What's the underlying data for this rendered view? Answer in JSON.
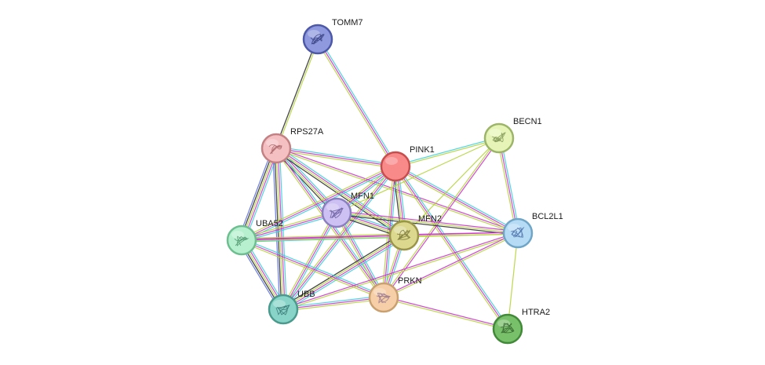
{
  "network": {
    "evidence_colors": {
      "curated_db": "#3ad0dc",
      "experimental": "#cc33cc",
      "textmining": "#b5d43c",
      "coexpression": "#333333",
      "homology": "#5a6fe0"
    },
    "nodes": [
      {
        "id": "TOMM7",
        "label": "TOMM7",
        "fill": "#8f99de",
        "stroke": "#4d59a8",
        "glyph": "#2a3470"
      },
      {
        "id": "RPS27A",
        "label": "RPS27A",
        "fill": "#f4c0c2",
        "stroke": "#c48184",
        "glyph": "#a25a5e"
      },
      {
        "id": "PINK1",
        "label": "PINK1",
        "fill": "#f98a8a",
        "stroke": "#c84e4e",
        "glyph": ""
      },
      {
        "id": "BECN1",
        "label": "BECN1",
        "fill": "#e6f5b7",
        "stroke": "#9db568",
        "glyph": "#6e8446"
      },
      {
        "id": "MFN1",
        "label": "MFN1",
        "fill": "#cdc0f3",
        "stroke": "#8b7fbf",
        "glyph": "#5b4f93"
      },
      {
        "id": "UBA52",
        "label": "UBA52",
        "fill": "#b7f0cf",
        "stroke": "#6ebf8f",
        "glyph": "#3f8a5f"
      },
      {
        "id": "MFN2",
        "label": "MFN2",
        "fill": "#dcd88e",
        "stroke": "#9a9549",
        "glyph": "#6d6a2c"
      },
      {
        "id": "BCL2L1",
        "label": "BCL2L1",
        "fill": "#b6dcf5",
        "stroke": "#6fa5c7",
        "glyph": "#3b5f9e"
      },
      {
        "id": "UBB",
        "label": "UBB",
        "fill": "#88d4c8",
        "stroke": "#4a9a8e",
        "glyph": "#2d6a6a"
      },
      {
        "id": "PRKN",
        "label": "PRKN",
        "fill": "#f6cfa8",
        "stroke": "#c9a070",
        "glyph": "#8a6a8a"
      },
      {
        "id": "HTRA2",
        "label": "HTRA2",
        "fill": "#79c06a",
        "stroke": "#428a39",
        "glyph": "#2d5a28"
      }
    ],
    "edges": [
      {
        "source": "TOMM7",
        "target": "RPS27A",
        "evidence": [
          "textmining",
          "coexpression"
        ]
      },
      {
        "source": "TOMM7",
        "target": "PINK1",
        "evidence": [
          "curated_db",
          "experimental",
          "textmining"
        ]
      },
      {
        "source": "RPS27A",
        "target": "PINK1",
        "evidence": [
          "curated_db",
          "experimental",
          "textmining"
        ]
      },
      {
        "source": "RPS27A",
        "target": "MFN1",
        "evidence": [
          "curated_db",
          "experimental",
          "textmining",
          "coexpression"
        ]
      },
      {
        "source": "RPS27A",
        "target": "MFN2",
        "evidence": [
          "curated_db",
          "experimental",
          "textmining",
          "coexpression"
        ]
      },
      {
        "source": "RPS27A",
        "target": "UBA52",
        "evidence": [
          "curated_db",
          "experimental",
          "textmining",
          "coexpression",
          "homology"
        ]
      },
      {
        "source": "RPS27A",
        "target": "UBB",
        "evidence": [
          "curated_db",
          "experimental",
          "textmining",
          "coexpression",
          "homology"
        ]
      },
      {
        "source": "RPS27A",
        "target": "PRKN",
        "evidence": [
          "curated_db",
          "experimental",
          "textmining"
        ]
      },
      {
        "source": "RPS27A",
        "target": "BCL2L1",
        "evidence": [
          "experimental",
          "textmining"
        ]
      },
      {
        "source": "PINK1",
        "target": "BECN1",
        "evidence": [
          "curated_db",
          "textmining"
        ]
      },
      {
        "source": "PINK1",
        "target": "MFN1",
        "evidence": [
          "curated_db",
          "experimental",
          "textmining"
        ]
      },
      {
        "source": "PINK1",
        "target": "MFN2",
        "evidence": [
          "curated_db",
          "experimental",
          "textmining",
          "coexpression"
        ]
      },
      {
        "source": "PINK1",
        "target": "UBA52",
        "evidence": [
          "curated_db",
          "experimental",
          "textmining"
        ]
      },
      {
        "source": "PINK1",
        "target": "UBB",
        "evidence": [
          "curated_db",
          "experimental",
          "textmining"
        ]
      },
      {
        "source": "PINK1",
        "target": "PRKN",
        "evidence": [
          "curated_db",
          "experimental",
          "textmining"
        ]
      },
      {
        "source": "PINK1",
        "target": "BCL2L1",
        "evidence": [
          "curated_db",
          "experimental",
          "textmining"
        ]
      },
      {
        "source": "PINK1",
        "target": "HTRA2",
        "evidence": [
          "curated_db",
          "experimental",
          "textmining"
        ]
      },
      {
        "source": "BECN1",
        "target": "MFN1",
        "evidence": [
          "textmining"
        ]
      },
      {
        "source": "BECN1",
        "target": "PRKN",
        "evidence": [
          "experimental",
          "textmining"
        ]
      },
      {
        "source": "BECN1",
        "target": "BCL2L1",
        "evidence": [
          "curated_db",
          "experimental",
          "textmining"
        ]
      },
      {
        "source": "BECN1",
        "target": "MFN2",
        "evidence": [
          "textmining"
        ]
      },
      {
        "source": "MFN1",
        "target": "MFN2",
        "evidence": [
          "curated_db",
          "experimental",
          "textmining",
          "coexpression"
        ]
      },
      {
        "source": "MFN1",
        "target": "UBA52",
        "evidence": [
          "curated_db",
          "experimental",
          "textmining"
        ]
      },
      {
        "source": "MFN1",
        "target": "UBB",
        "evidence": [
          "curated_db",
          "experimental",
          "textmining"
        ]
      },
      {
        "source": "MFN1",
        "target": "PRKN",
        "evidence": [
          "curated_db",
          "experimental",
          "textmining"
        ]
      },
      {
        "source": "MFN1",
        "target": "BCL2L1",
        "evidence": [
          "experimental",
          "textmining",
          "coexpression"
        ]
      },
      {
        "source": "MFN2",
        "target": "UBA52",
        "evidence": [
          "curated_db",
          "experimental",
          "textmining"
        ]
      },
      {
        "source": "MFN2",
        "target": "UBB",
        "evidence": [
          "curated_db",
          "experimental",
          "textmining",
          "coexpression"
        ]
      },
      {
        "source": "MFN2",
        "target": "PRKN",
        "evidence": [
          "curated_db",
          "experimental",
          "textmining"
        ]
      },
      {
        "source": "MFN2",
        "target": "BCL2L1",
        "evidence": [
          "experimental",
          "textmining"
        ]
      },
      {
        "source": "UBA52",
        "target": "UBB",
        "evidence": [
          "curated_db",
          "experimental",
          "textmining",
          "coexpression",
          "homology"
        ]
      },
      {
        "source": "UBA52",
        "target": "PRKN",
        "evidence": [
          "curated_db",
          "experimental",
          "textmining"
        ]
      },
      {
        "source": "UBA52",
        "target": "BCL2L1",
        "evidence": [
          "experimental",
          "textmining"
        ]
      },
      {
        "source": "UBB",
        "target": "PRKN",
        "evidence": [
          "curated_db",
          "experimental",
          "textmining"
        ]
      },
      {
        "source": "UBB",
        "target": "BCL2L1",
        "evidence": [
          "experimental",
          "textmining"
        ]
      },
      {
        "source": "PRKN",
        "target": "BCL2L1",
        "evidence": [
          "experimental",
          "textmining"
        ]
      },
      {
        "source": "PRKN",
        "target": "HTRA2",
        "evidence": [
          "experimental",
          "textmining"
        ]
      },
      {
        "source": "BCL2L1",
        "target": "HTRA2",
        "evidence": [
          "textmining"
        ]
      }
    ]
  }
}
